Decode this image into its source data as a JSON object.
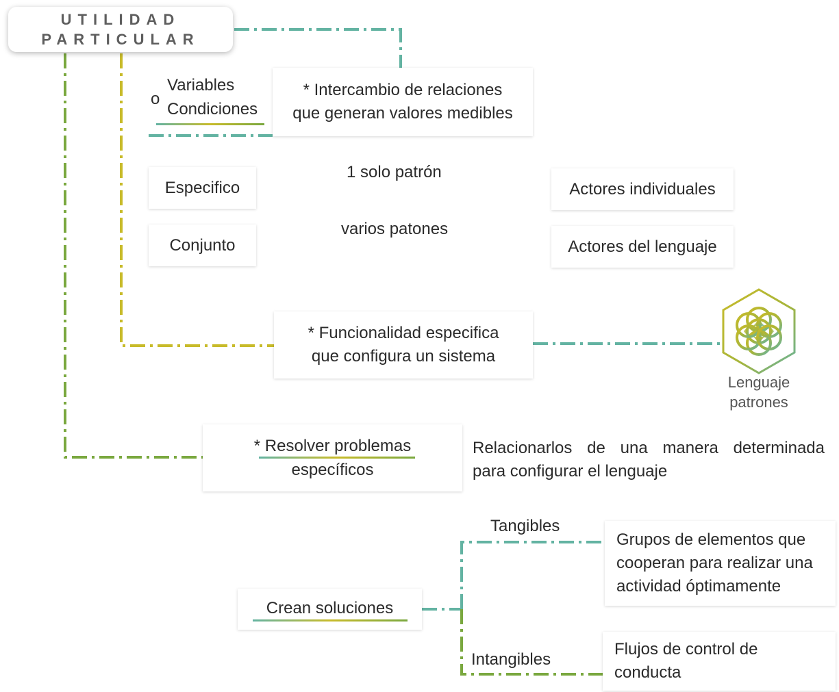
{
  "title": {
    "line1": "UTILIDAD",
    "line2": "PARTICULAR"
  },
  "variables": {
    "bullet": "o",
    "line1": "Variables",
    "line2": "Condiciones"
  },
  "intercambio": {
    "line1": "* Intercambio de relaciones",
    "line2": "que generan valores medibles"
  },
  "especifico": {
    "label": "Especifico",
    "edge_label": "1 solo patrón",
    "target": "Actores individuales"
  },
  "conjunto": {
    "label": "Conjunto",
    "edge_label": "varios patones",
    "target": "Actores del lenguaje"
  },
  "funcionalidad": {
    "line1": "* Funcionalidad especifica",
    "line2": "que configura un sistema"
  },
  "icon": {
    "name": "flower-of-life-hexagon-icon",
    "caption1": "Lenguaje",
    "caption2": "patrones"
  },
  "resolver": {
    "line1": "* Resolver problemas",
    "line2": "específicos"
  },
  "relacionarlos": {
    "line1": "Relacionarlos de una manera determinada",
    "line2": "para configurar el lenguaje"
  },
  "crean": {
    "label": "Crean soluciones"
  },
  "tangibles": {
    "label": "Tangibles",
    "box1": "Grupos de elementos que",
    "box2": "cooperan para realizar una",
    "box3": "actividad óptimamente"
  },
  "intangibles": {
    "label": "Intangibles",
    "box1": "Flujos de control de",
    "box2": "conducta"
  },
  "colors": {
    "teal": "#63b3a2",
    "yellow": "#c8bb2a",
    "olive": "#7aa83f",
    "text": "#2b2b2b"
  }
}
